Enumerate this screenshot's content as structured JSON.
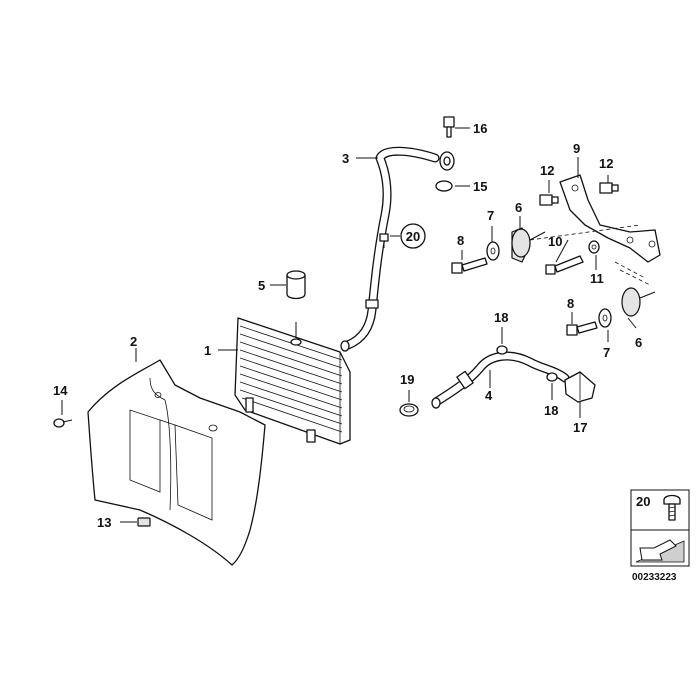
{
  "callouts": {
    "c1": "1",
    "c2": "2",
    "c3": "3",
    "c4": "4",
    "c5": "5",
    "c6a": "6",
    "c6b": "6",
    "c7a": "7",
    "c7b": "7",
    "c8a": "8",
    "c8b": "8",
    "c9": "9",
    "c10": "10",
    "c11": "11",
    "c12a": "12",
    "c12b": "12",
    "c13": "13",
    "c14": "14",
    "c15": "15",
    "c16": "16",
    "c17": "17",
    "c18a": "18",
    "c18b": "18",
    "c19": "19",
    "c20": "20"
  },
  "legend": {
    "number": "20",
    "doc_number": "00233223"
  }
}
